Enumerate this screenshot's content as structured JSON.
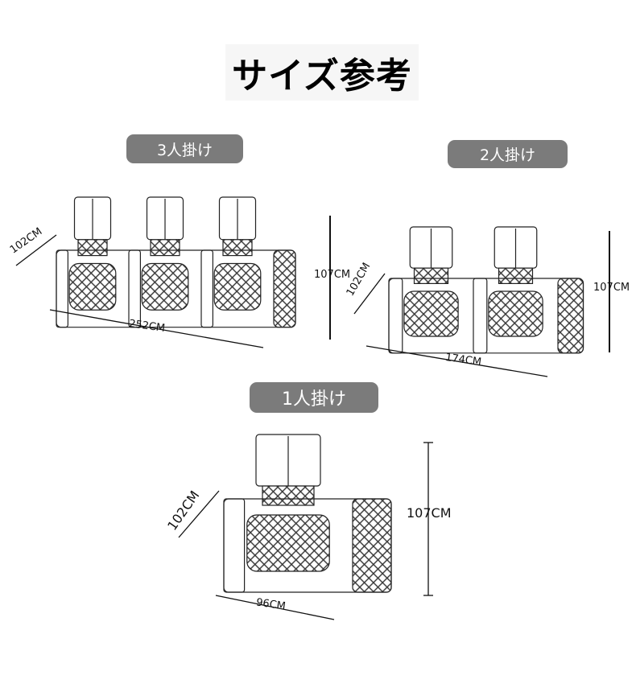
{
  "title": "サイズ参考",
  "sections": [
    {
      "label": "3人掛け",
      "seats": 3,
      "depth": "102CM",
      "height": "107CM",
      "width": "252CM"
    },
    {
      "label": "2人掛け",
      "seats": 2,
      "depth": "102CM",
      "height": "107CM",
      "width": "174CM"
    },
    {
      "label": "1人掛け",
      "seats": 1,
      "depth": "102CM",
      "height": "107CM",
      "width": "96CM"
    }
  ]
}
